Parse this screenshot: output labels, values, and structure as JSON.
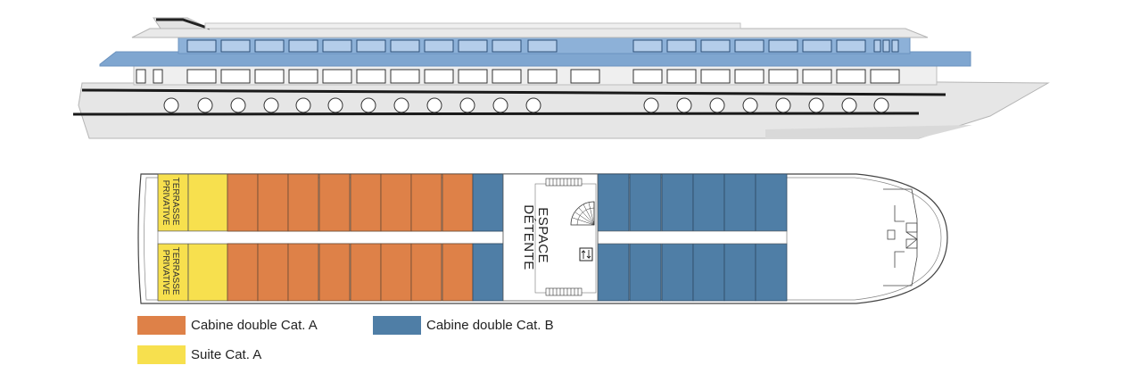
{
  "colors": {
    "cabin_a": "#de8148",
    "cabin_b": "#4f7ea6",
    "suite_a": "#f7e04e",
    "hull": "#e8e8e8",
    "glass_blue": "#8db1d8",
    "hull_stripe": "#1a1a1a"
  },
  "deck": {
    "terrace_label_top": [
      "TERRASSE",
      "PRIVATIVE"
    ],
    "terrace_label_bottom": [
      "TERRASSE",
      "PRIVATIVE"
    ],
    "lounge_label": [
      "ESPACE",
      "DÉTENTE"
    ]
  },
  "legend": {
    "cabin_a_label": "Cabine double Cat. A",
    "cabin_b_label": "Cabine double Cat. B",
    "suite_a_label": "Suite Cat. A"
  }
}
